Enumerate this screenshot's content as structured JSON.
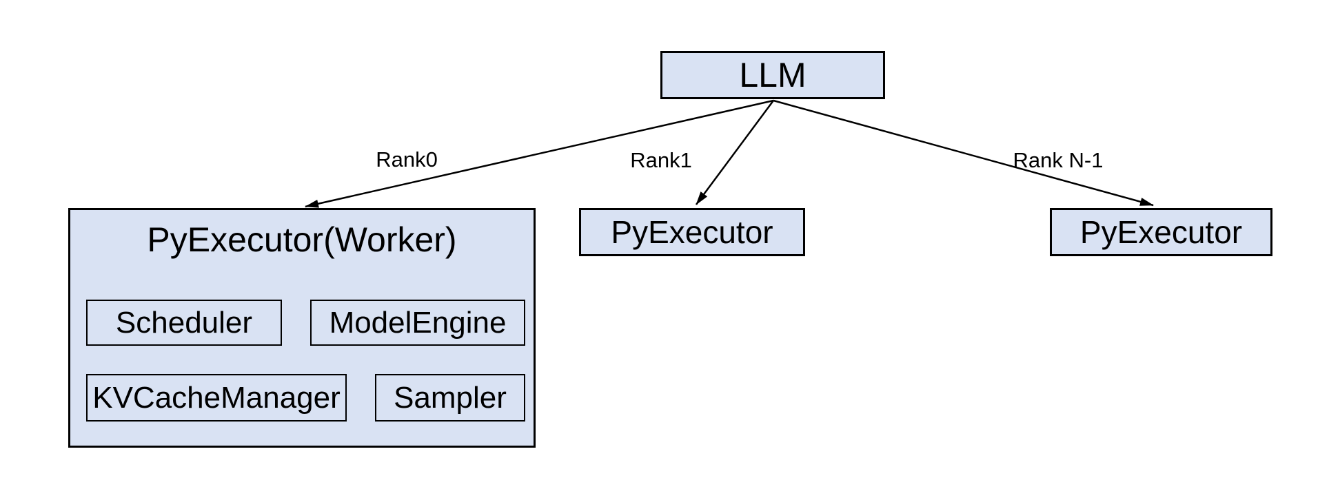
{
  "diagram": {
    "root": {
      "label": "LLM"
    },
    "edge_labels": [
      "Rank0",
      "Rank1",
      "Rank N-1"
    ],
    "nodes": [
      {
        "id": "pyexecutor-worker-rank0",
        "label": "PyExecutor(Worker)",
        "components": [
          "Scheduler",
          "ModelEngine",
          "KVCacheManager",
          "Sampler"
        ]
      },
      {
        "id": "pyexecutor-rank1",
        "label": "PyExecutor"
      },
      {
        "id": "pyexecutor-rank-n-1",
        "label": "PyExecutor"
      }
    ],
    "colors": {
      "node_fill": "#d9e2f3",
      "node_border": "#000000",
      "edge": "#000000",
      "text": "#000000",
      "background": "#ffffff"
    }
  }
}
